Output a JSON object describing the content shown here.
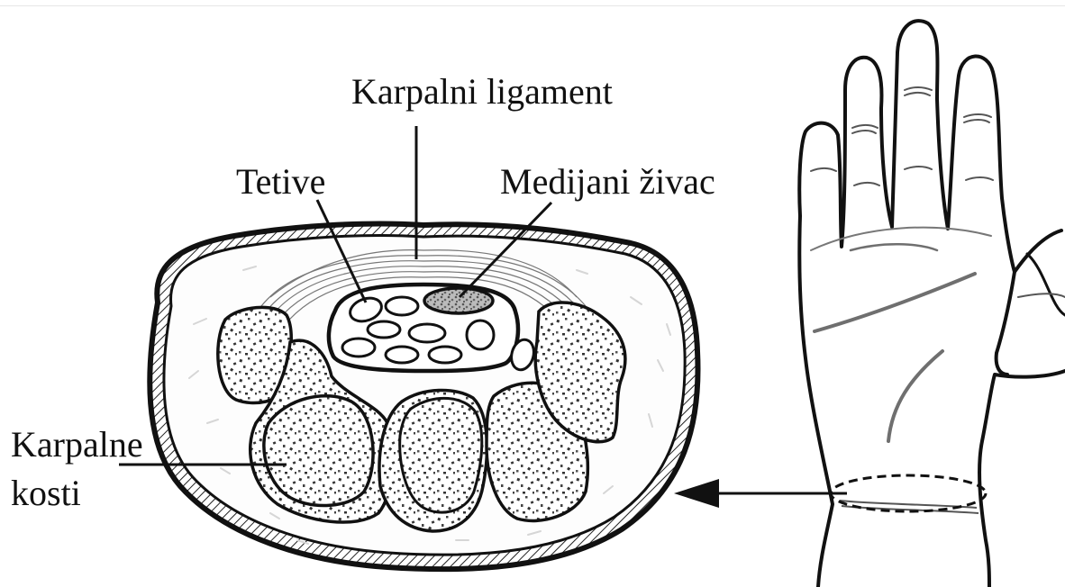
{
  "labels": {
    "ligament": "Karpalni ligament",
    "tendons": "Tetive",
    "nerve": "Medijani živac",
    "bones_line1": "Karpalne",
    "bones_line2": "kosti"
  }
}
